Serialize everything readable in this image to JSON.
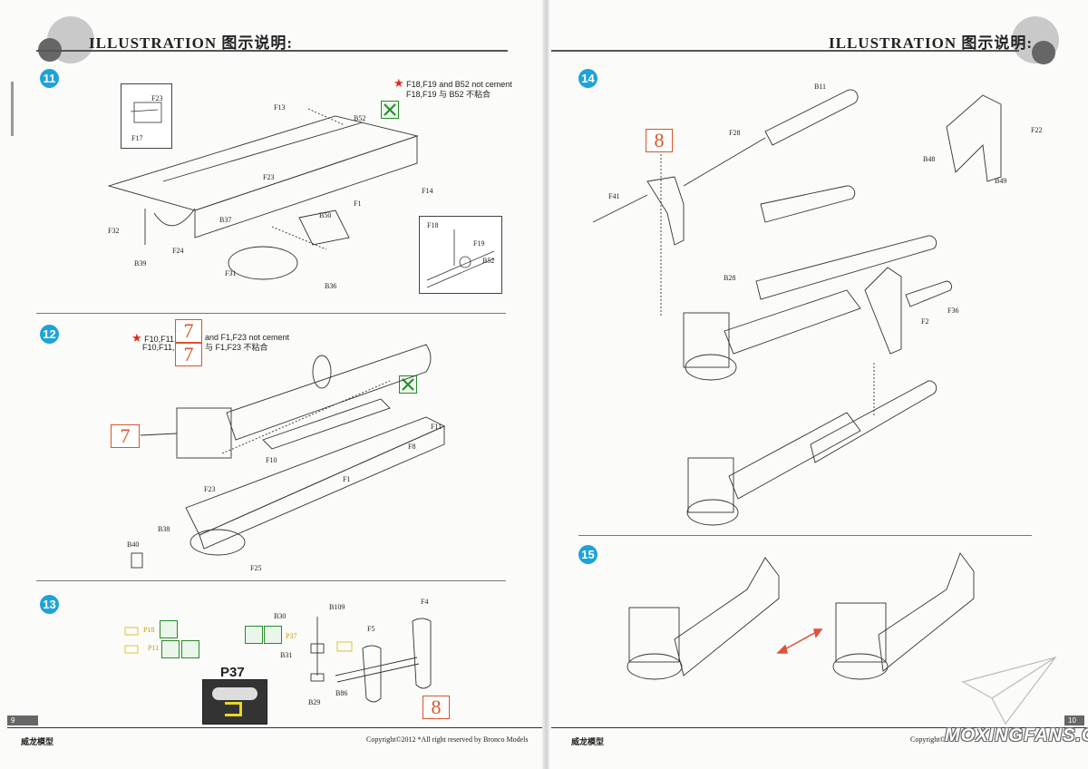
{
  "header": {
    "left_title": "ILLUSTRATION 图示说明:",
    "right_title": "ILLUSTRATION 图示说明:"
  },
  "steps": {
    "s11": {
      "num": "11",
      "note_en": "F18,F19 and B52 not cement",
      "note_cn": "F18,F19 与 B52 不粘合",
      "parts": {
        "f23": "F23",
        "f17": "F17",
        "f13": "F13",
        "b52": "B52",
        "f14": "F14",
        "f23b": "F23",
        "f1": "F1",
        "b50": "B50",
        "b37": "B37",
        "f32": "F32",
        "f24": "F24",
        "b39": "B39",
        "f31": "F31",
        "b36": "B36",
        "f18": "F18",
        "f19": "F19",
        "b52b": "B52"
      }
    },
    "s12": {
      "num": "12",
      "note_en_pre": "F10,F11,",
      "note_en_post": "and F1,F23 not cement",
      "note_cn_pre": "F10,F11,",
      "note_cn_post": "与 F1,F23 不粘合",
      "box_a": "7",
      "box_b": "7",
      "box_c": "7",
      "parts": {
        "f11": "F11",
        "f8": "F8",
        "f10": "F10",
        "f1": "F1",
        "f23": "F23",
        "b38": "B38",
        "b40": "B40",
        "f25": "F25"
      }
    },
    "s13": {
      "num": "13",
      "parts": {
        "p18": "P18",
        "p11": "P11",
        "b30": "B30",
        "b109": "B109",
        "f4": "F4",
        "p37": "P37",
        "f5": "F5",
        "b31": "B31",
        "b29": "B29",
        "b86": "B86"
      },
      "photo_label": "P37",
      "box": "8"
    },
    "s14": {
      "num": "14",
      "box": "8",
      "parts": {
        "b11": "B11",
        "f28": "F28",
        "f41": "F41",
        "f22": "F22",
        "b48": "B48",
        "b49": "B49",
        "b28": "B28",
        "f2": "F2",
        "f36": "F36"
      }
    },
    "s15": {
      "num": "15"
    }
  },
  "footer": {
    "left_page": "9",
    "right_page": "10",
    "brand_left": "威龙模型",
    "brand_right": "威龙模型",
    "copyright_left": "Copyright©2012  *All right reserved by Bronco Models",
    "copyright_right": "Copyright©",
    "watermark": "MOXINGFANS.COM"
  },
  "colors": {
    "step_circle": "#1ea3d8",
    "box_border": "#d9552b",
    "star": "#e02a1a",
    "no_cement": "#2a8a2a"
  }
}
